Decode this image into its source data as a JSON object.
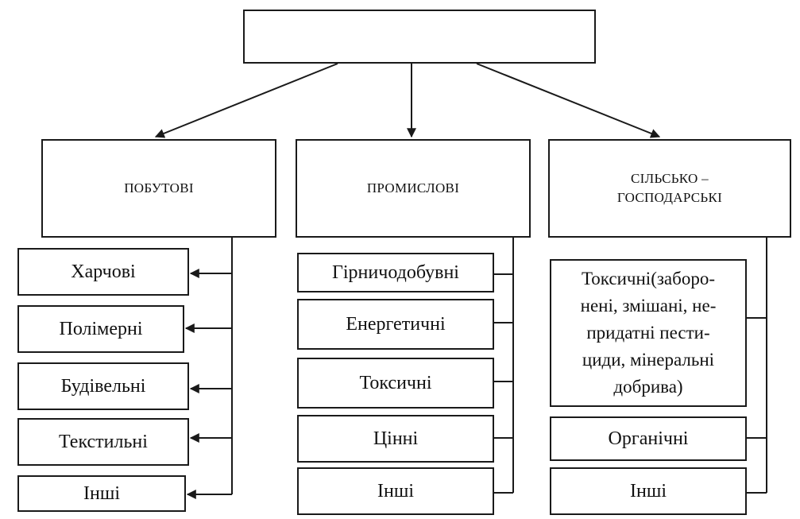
{
  "root": {
    "label": ""
  },
  "categories": [
    {
      "label": "ПОБУТОВІ",
      "items": [
        "Харчові",
        "Полімерні",
        "Будівельні",
        "Текстильні",
        "Інші"
      ]
    },
    {
      "label": "ПРОМИСЛОВІ",
      "items": [
        "Гірничодобувні",
        "Енергетичні",
        "Токсичні",
        "Цінні",
        "Інші"
      ]
    },
    {
      "label": "СІЛЬСЬКО –\nГОСПОДАРСЬКІ",
      "items": [
        "Токсичні(заборо-\nнені, змішані, не-\nпридатні пести-\nциди, мінеральні\nдобрива)",
        "Органічні",
        "Інші"
      ]
    }
  ],
  "colors": {
    "line": "#1a1a1a",
    "background": "#ffffff"
  }
}
